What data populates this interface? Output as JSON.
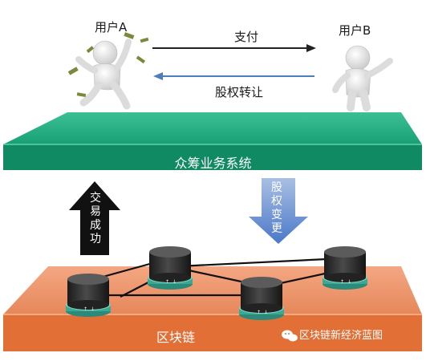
{
  "labels": {
    "user_a": "用户A",
    "user_b": "用户B",
    "payment": "支付",
    "equity_transfer": "股权转让",
    "platform": "众筹业务系统",
    "blockchain": "区块链",
    "trade_success": "交易成功",
    "equity_change": "股权变更",
    "watermark": "区块链新经济蓝图"
  },
  "colors": {
    "platform_green": "#1aa37a",
    "blockchain_orange": "#e8875a",
    "payment_arrow": "#222222",
    "transfer_arrow": "#4f7cc1",
    "trade_arrow": "#111111",
    "change_arrow": "#5b82cc"
  },
  "icons": {
    "user_a": "person-throwing-money",
    "user_b": "person-presenting",
    "node": "database-cylinder"
  }
}
